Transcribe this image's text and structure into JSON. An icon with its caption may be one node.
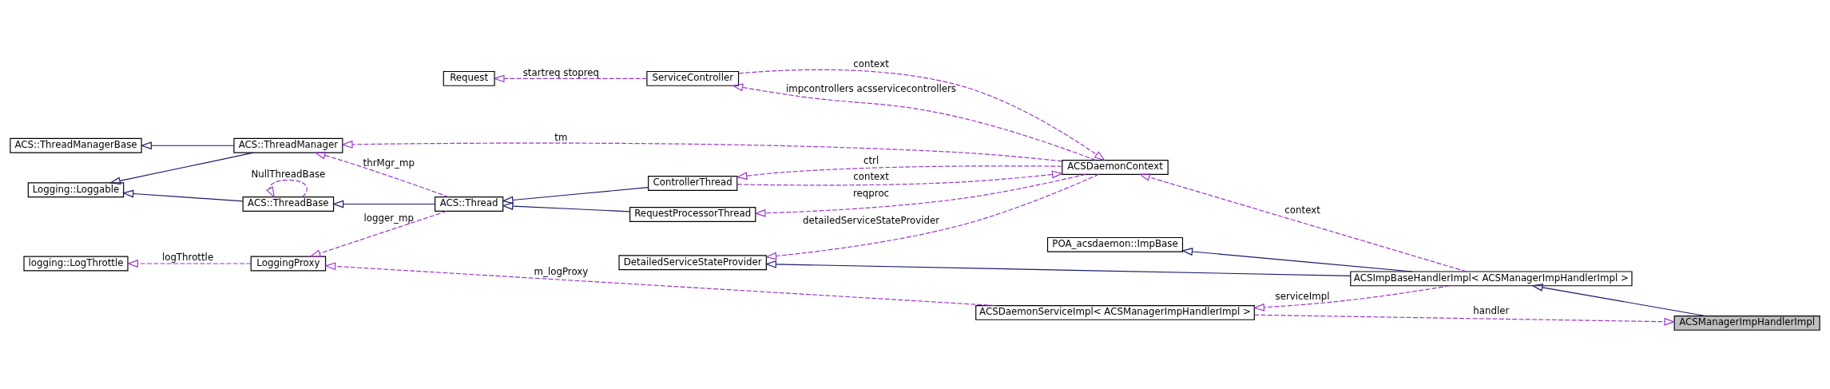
{
  "diagram": {
    "nodes": [
      {
        "text": [
          "ACSManagerImpHandlerImpl"
        ]
      },
      {
        "text": [
          "ACSDaemonServiceImpl< ACSManagerImpHandlerImpl >"
        ]
      },
      {
        "text": [
          "POA_acsdaemon::ImpBase"
        ]
      },
      {
        "text": [
          "ACSImpBaseHandlerImpl< ACSManagerImpHandlerImpl >"
        ]
      },
      {
        "text": [
          "logging::LogThrottle"
        ]
      },
      {
        "text": [
          "LoggingProxy"
        ]
      },
      {
        "text": [
          "DetailedServiceStateProvider"
        ]
      },
      {
        "text": [
          "Logging::Loggable"
        ]
      },
      {
        "text": [
          "ACS::ThreadBase"
        ]
      },
      {
        "text": [
          "ACS::Thread"
        ]
      },
      {
        "text": [
          "ACS::ThreadManagerBase"
        ]
      },
      {
        "text": [
          "ACS::ThreadManager"
        ]
      },
      {
        "text": [
          "RequestProcessorThread"
        ]
      },
      {
        "text": [
          "ACSDaemonContext"
        ]
      },
      {
        "text": [
          "ControllerThread"
        ]
      },
      {
        "text": [
          "ServiceController"
        ]
      },
      {
        "text": [
          "Request"
        ]
      }
    ],
    "edges": [
      {
        "from": 0,
        "to": 3,
        "arrow": "to",
        "color": "#191970"
      },
      {
        "from": 1,
        "to": 0,
        "arrow": "to",
        "style": "dashed",
        "label": "handler"
      },
      {
        "from": 3,
        "to": 1,
        "arrow": "to",
        "style": "dashed",
        "label": "serviceImpl"
      },
      {
        "from": 3,
        "to": 2,
        "arrow": "to",
        "color": "#191970"
      },
      {
        "from": 1,
        "to": 5,
        "arrow": "to",
        "style": "dashed",
        "label": "m_logProxy"
      },
      {
        "from": 5,
        "to": 4,
        "arrow": "to",
        "style": "dashed",
        "label": "logThrottle"
      },
      {
        "from": 3,
        "to": 6,
        "arrow": "to",
        "color": "#191970"
      },
      {
        "from": 9,
        "to": 5,
        "arrow": "to",
        "style": "dashed",
        "label": "logger_mp"
      },
      {
        "from": 8,
        "to": 8,
        "arrow": "to",
        "style": "dashed",
        "label": "NullThreadBase"
      },
      {
        "from": 8,
        "to": 7,
        "arrow": "to",
        "color": "#191970"
      },
      {
        "from": 9,
        "to": 8,
        "arrow": "to",
        "color": "#191970"
      },
      {
        "from": 11,
        "to": 7,
        "arrow": "to",
        "color": "#191970"
      },
      {
        "from": 11,
        "to": 10,
        "arrow": "to",
        "color": "#191970"
      },
      {
        "from": 9,
        "to": 11,
        "arrow": "to",
        "style": "dashed",
        "label": "thrMgr_mp"
      },
      {
        "from": 12,
        "to": 9,
        "arrow": "to",
        "color": "#191970"
      },
      {
        "from": 14,
        "to": 9,
        "arrow": "to",
        "color": "#191970"
      },
      {
        "from": 13,
        "to": 11,
        "arrow": "to",
        "style": "dashed",
        "label": "tm"
      },
      {
        "from": 13,
        "to": 12,
        "arrow": "to",
        "style": "dashed",
        "label": "reqproc"
      },
      {
        "from": 13,
        "to": 6,
        "arrow": "to",
        "style": "dashed",
        "label": "detailedServiceStateProvider"
      },
      {
        "from": 3,
        "to": 13,
        "arrow": "to",
        "style": "dashed",
        "label": "context"
      },
      {
        "from": 14,
        "to": 13,
        "arrow": "to",
        "style": "dashed",
        "label": "context"
      },
      {
        "from": 13,
        "to": 14,
        "arrow": "to",
        "style": "dashed",
        "label": "ctrl"
      },
      {
        "from": 13,
        "to": 15,
        "arrow": "to",
        "style": "dashed",
        "label": "impcontrollers acsservicecontrollers"
      },
      {
        "from": 15,
        "to": 13,
        "arrow": "to",
        "style": "dashed",
        "label": "context"
      },
      {
        "from": 15,
        "to": 16,
        "arrow": "to",
        "style": "dashed",
        "label": "startreq stopreq"
      }
    ]
  }
}
